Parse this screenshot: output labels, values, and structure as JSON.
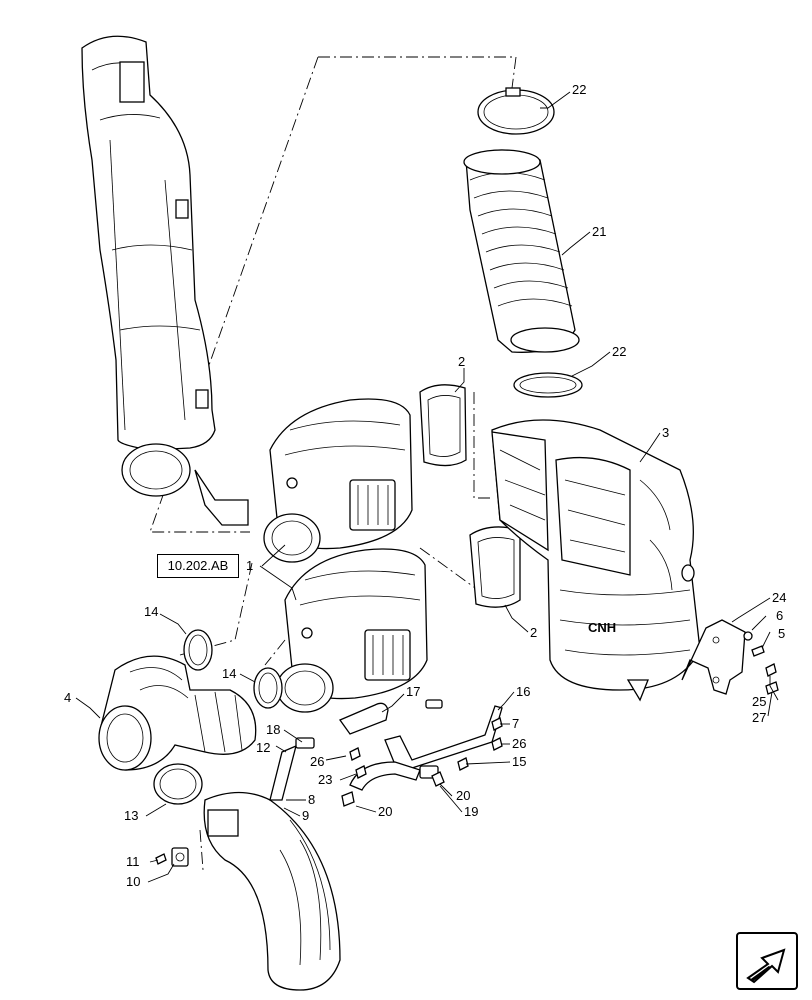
{
  "reference_link": {
    "label": "10.202.AB"
  },
  "callouts": [
    {
      "id": "c22a",
      "text": "22"
    },
    {
      "id": "c21",
      "text": "21"
    },
    {
      "id": "c22b",
      "text": "22"
    },
    {
      "id": "c2a",
      "text": "2"
    },
    {
      "id": "c3",
      "text": "3"
    },
    {
      "id": "c1",
      "text": "1"
    },
    {
      "id": "c2b",
      "text": "2"
    },
    {
      "id": "c24",
      "text": "24"
    },
    {
      "id": "c6",
      "text": "6"
    },
    {
      "id": "c5",
      "text": "5"
    },
    {
      "id": "c25",
      "text": "25"
    },
    {
      "id": "c27",
      "text": "27"
    },
    {
      "id": "c14a",
      "text": "14"
    },
    {
      "id": "c14b",
      "text": "14"
    },
    {
      "id": "c4",
      "text": "4"
    },
    {
      "id": "c17",
      "text": "17"
    },
    {
      "id": "c16",
      "text": "16"
    },
    {
      "id": "c18",
      "text": "18"
    },
    {
      "id": "c12",
      "text": "12"
    },
    {
      "id": "c26a",
      "text": "26"
    },
    {
      "id": "c7",
      "text": "7"
    },
    {
      "id": "c26b",
      "text": "26"
    },
    {
      "id": "c23",
      "text": "23"
    },
    {
      "id": "c15",
      "text": "15"
    },
    {
      "id": "c8",
      "text": "8"
    },
    {
      "id": "c20a",
      "text": "20"
    },
    {
      "id": "c13",
      "text": "13"
    },
    {
      "id": "c9",
      "text": "9"
    },
    {
      "id": "c20b",
      "text": "20"
    },
    {
      "id": "c19",
      "text": "19"
    },
    {
      "id": "c11",
      "text": "11"
    },
    {
      "id": "c10",
      "text": "10"
    }
  ],
  "brand_mark": {
    "text": "CNH"
  },
  "nav_icon": "next-page-arrow-icon"
}
